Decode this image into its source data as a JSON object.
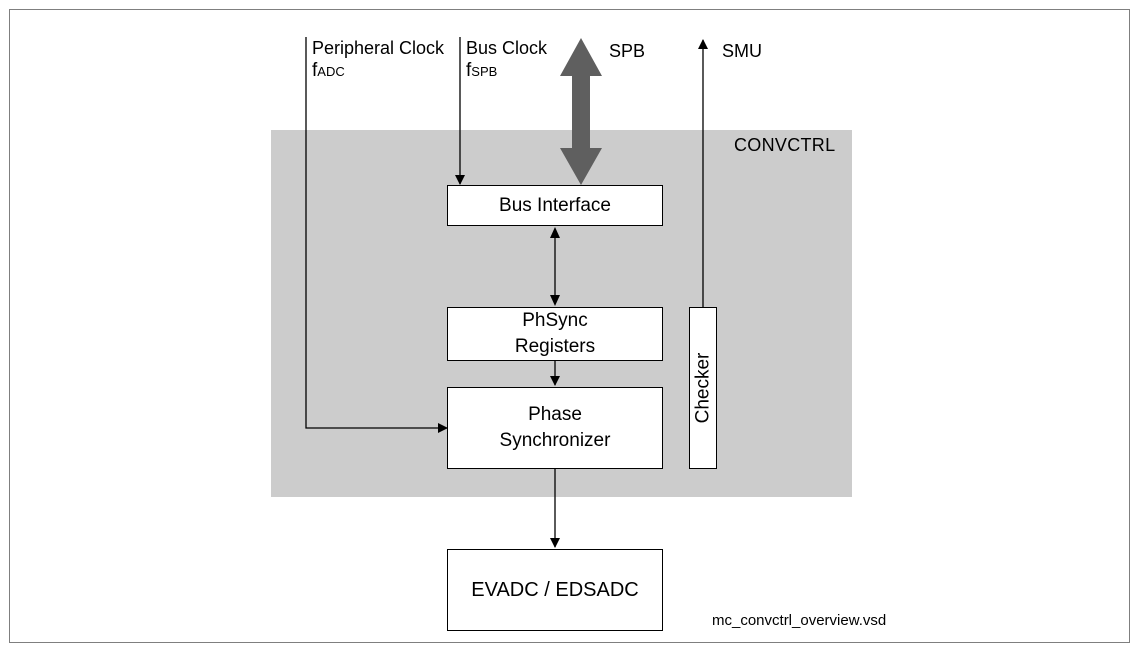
{
  "diagram": {
    "region_label": "CONVCTRL",
    "blocks": {
      "bus_interface": "Bus Interface",
      "phsync_line1": "PhSync",
      "phsync_line2": "Registers",
      "phase_line1": "Phase",
      "phase_line2": "Synchronizer",
      "evadc": "EVADC / EDSADC",
      "checker": "Checker"
    },
    "signals": {
      "peripheral_clock": "Peripheral Clock",
      "peripheral_clock_symbol": "f",
      "peripheral_clock_sub": "ADC",
      "bus_clock": "Bus Clock",
      "bus_clock_symbol": "f",
      "bus_clock_sub": "SPB",
      "spb": "SPB",
      "smu": "SMU"
    },
    "file_name": "mc_convctrl_overview.vsd",
    "colors": {
      "region_fill": "#cccccc",
      "bus_arrow": "#5f5f5f",
      "frame_border": "#7f7f7f"
    }
  }
}
